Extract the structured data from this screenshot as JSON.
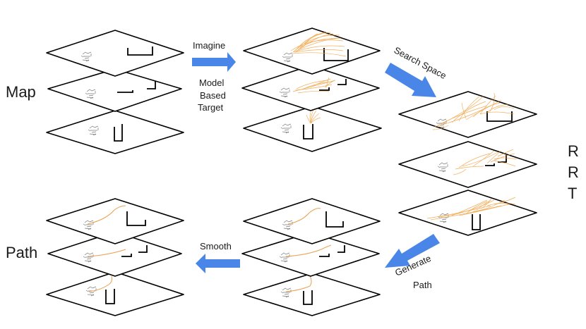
{
  "labels": {
    "map": "Map",
    "path": "Path",
    "rrt": [
      "R",
      "R",
      "T"
    ]
  },
  "arrows": {
    "imagine": "Imagine",
    "model_based_target": [
      "Model",
      "Based",
      "Target"
    ],
    "search_space": "Search Space",
    "generate_path": [
      "Generate",
      "Path"
    ],
    "smooth": "Smooth"
  },
  "colors": {
    "arrow": "#4a86e8",
    "tree": "#f0a040",
    "path": "#e8a050",
    "plane_stroke": "#000000"
  }
}
